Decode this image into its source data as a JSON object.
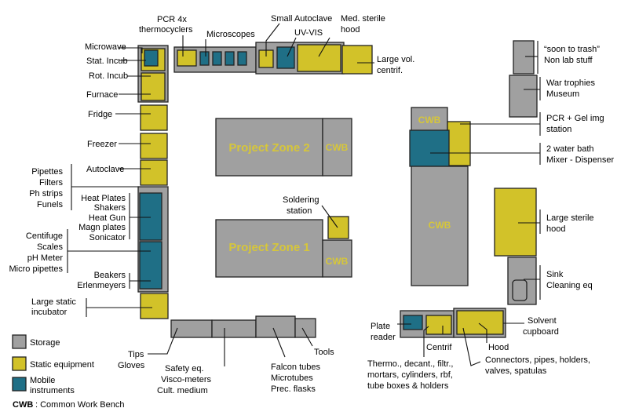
{
  "colors": {
    "storage": "#a0a0a0",
    "static": "#d2c229",
    "mobile": "#1f6f86",
    "cwb_text": "#d6c63a",
    "outline": "#222222"
  },
  "zones": {
    "zone2": "Project Zone 2",
    "zone1": "Project Zone 1",
    "cwb": "CWB"
  },
  "labels": {
    "pcr4x": [
      "PCR 4x",
      "thermocyclers"
    ],
    "microscopes": "Microscopes",
    "small_autoclave": "Small Autoclave",
    "uvvis": "UV-VIS",
    "med_sterile": [
      "Med. sterile",
      "hood"
    ],
    "large_vol": [
      "Large vol.",
      "centrif."
    ],
    "microwave": "Microwave",
    "stat_incub": "Stat. Incub",
    "rot_incub": "Rot. Incub",
    "furnace": "Furnace",
    "fridge": "Fridge",
    "freezer": "Freezer",
    "autoclave": "Autoclave",
    "pipettes": [
      "Pipettes",
      "Filters",
      "Ph strips",
      "Funels"
    ],
    "heat_plates": [
      "Heat Plates",
      "Shakers",
      "Heat Gun",
      "Magn plates",
      "Sonicator"
    ],
    "centrifuge": [
      "Centifuge",
      "Scales",
      "pH Meter",
      "Micro pipettes"
    ],
    "beakers": [
      "Beakers",
      "Erlenmeyers"
    ],
    "large_static": [
      "Large static",
      "incubator"
    ],
    "soldering": [
      "Soldering",
      "station"
    ],
    "soon_trash": [
      "“soon to trash”",
      "Non lab stuff"
    ],
    "war_trophies": [
      "War trophies",
      "Museum"
    ],
    "pcr_gel": [
      "PCR + Gel img",
      "station"
    ],
    "water_bath": [
      "2 water bath",
      "Mixer - Dispenser"
    ],
    "large_sterile": [
      "Large sterile",
      "hood"
    ],
    "sink": [
      "Sink",
      "Cleaning eq"
    ],
    "plate_reader": [
      "Plate",
      "reader"
    ],
    "centrif": "Centrif",
    "hood": "Hood",
    "solvent": [
      "Solvent",
      "cupboard"
    ],
    "thermo": [
      "Thermo., decant., filtr.,",
      "mortars, cylinders, rbf,",
      "tube boxes & holders"
    ],
    "connectors": [
      "Connectors, pipes, holders,",
      "valves, spatulas"
    ],
    "tips": [
      "Tips",
      "Gloves"
    ],
    "safety": [
      "Safety eq.",
      "Visco-meters",
      "Cult. medium"
    ],
    "falcon": [
      "Falcon tubes",
      "Microtubes",
      "Prec. flasks"
    ],
    "tools": "Tools"
  },
  "legend": {
    "storage": "Storage",
    "static": "Static equipment",
    "mobile": [
      "Mobile",
      "instruments"
    ],
    "cwb_key": "CWB",
    "cwb_desc": ": Common Work Bench"
  }
}
